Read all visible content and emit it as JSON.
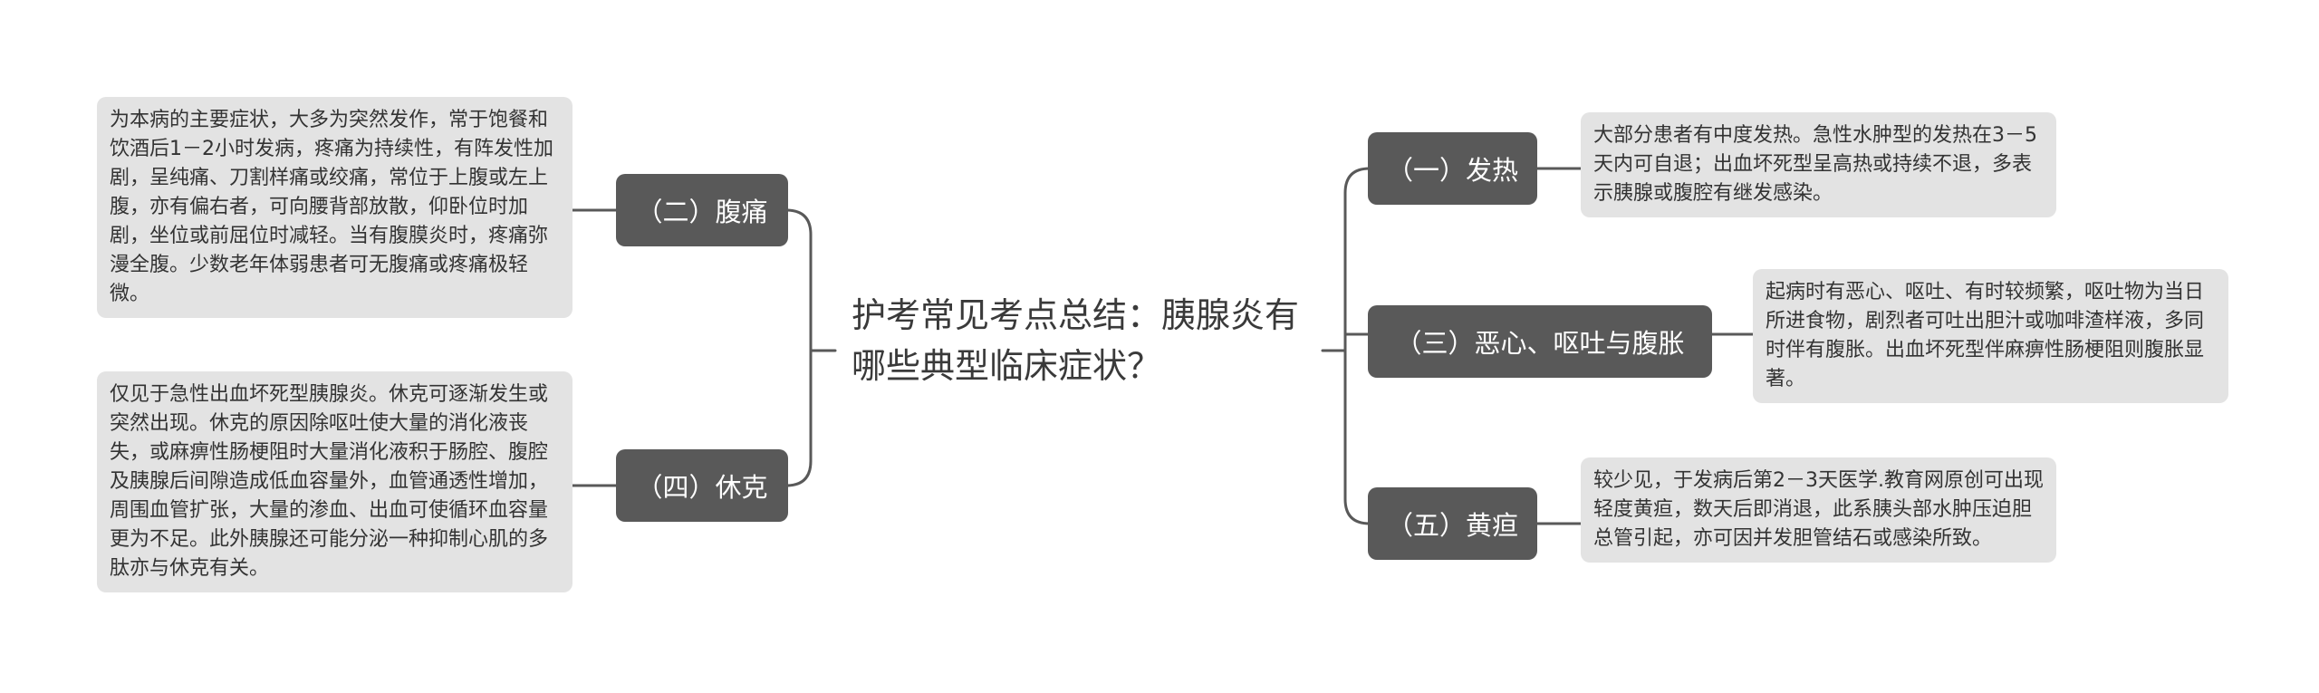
{
  "root": {
    "title": "护考常见考点总结：胰腺炎有哪些典型临床症状？"
  },
  "colors": {
    "branch_bg": "#595959",
    "leaf_bg": "#e3e3e3",
    "line": "#595959"
  },
  "left": [
    {
      "label": "（二）腹痛",
      "detail": "为本病的主要症状，大多为突然发作，常于饱餐和饮酒后1－2小时发病，疼痛为持续性，有阵发性加剧，呈纯痛、刀割样痛或绞痛，常位于上腹或左上腹，亦有偏右者，可向腰背部放散，仰卧位时加剧，坐位或前屈位时减轻。当有腹膜炎时，疼痛弥漫全腹。少数老年体弱患者可无腹痛或疼痛极轻微。"
    },
    {
      "label": "（四）休克",
      "detail": "仅见于急性出血坏死型胰腺炎。休克可逐渐发生或突然出现。休克的原因除呕吐使大量的消化液丧失，或麻痹性肠梗阻时大量消化液积于肠腔、腹腔及胰腺后间隙造成低血容量外，血管通透性增加，周围血管扩张，大量的渗血、出血可使循环血容量更为不足。此外胰腺还可能分泌一种抑制心肌的多肽亦与休克有关。"
    }
  ],
  "right": [
    {
      "label": "（一）发热",
      "detail": "大部分患者有中度发热。急性水肿型的发热在3－5天内可自退；出血坏死型呈高热或持续不退，多表示胰腺或腹腔有继发感染。"
    },
    {
      "label": "（三）恶心、呕吐与腹胀",
      "detail": "起病时有恶心、呕吐、有时较频繁，呕吐物为当日所进食物，剧烈者可吐出胆汁或咖啡渣样液，多同时伴有腹胀。出血坏死型伴麻痹性肠梗阻则腹胀显著。"
    },
    {
      "label": "（五）黄疸",
      "detail": "较少见，于发病后第2－3天医学.教育网原创可出现轻度黄疸，数天后即消退，此系胰头部水肿压迫胆总管引起，亦可因并发胆管结石或感染所致。"
    }
  ]
}
